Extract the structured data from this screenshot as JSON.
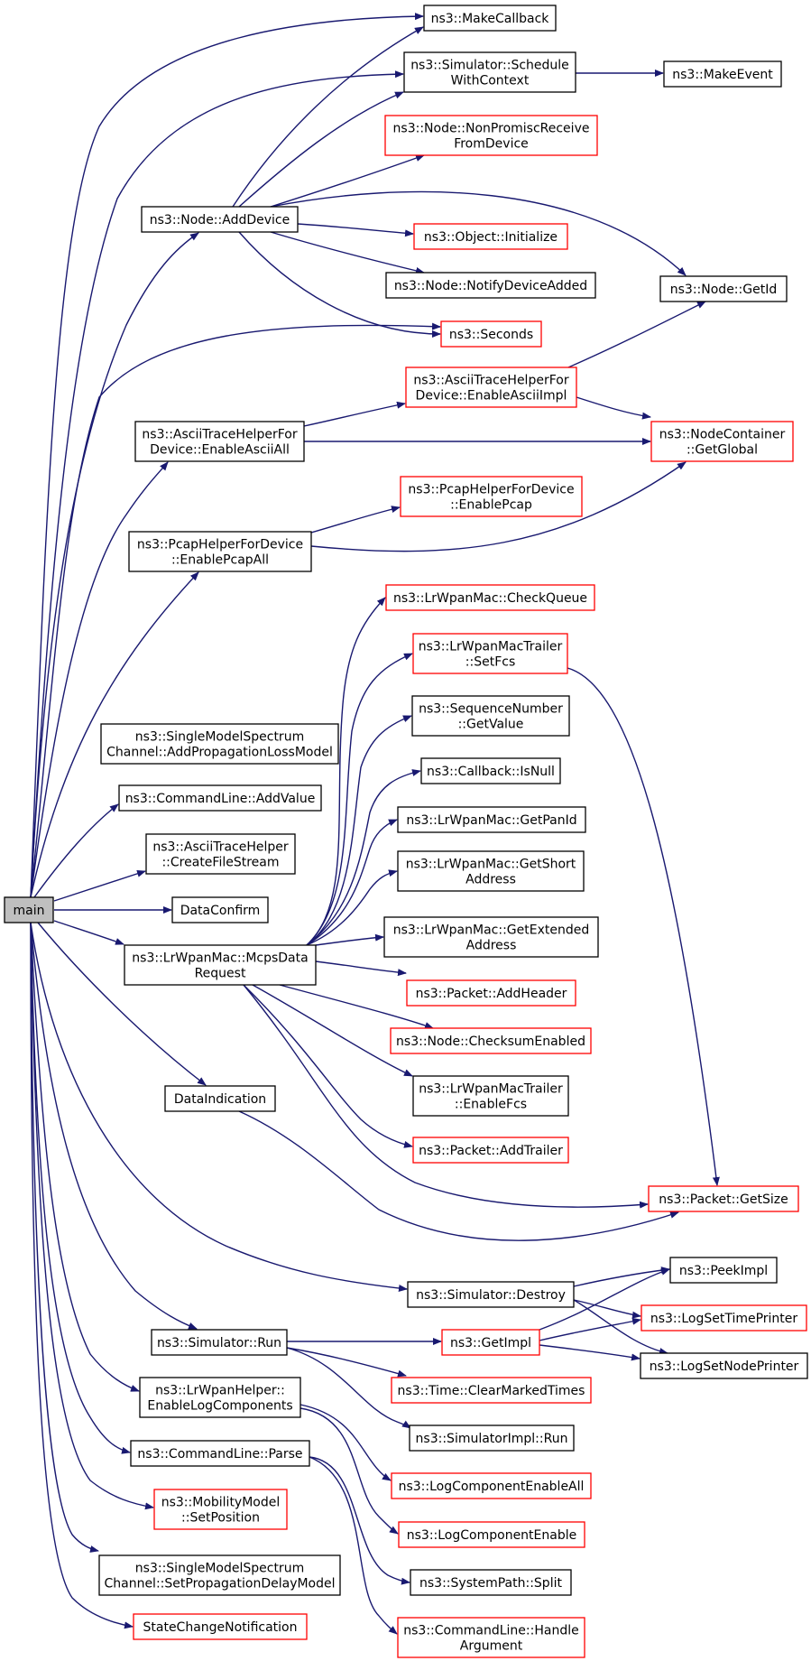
{
  "graph": {
    "colors": {
      "edge": "#191970",
      "box_border_normal": "#000000",
      "box_border_linked": "#ff0000",
      "root_fill": "#bfbfbf",
      "box_fill": "#ffffff"
    },
    "nodes": [
      {
        "id": "main",
        "lines": [
          "main"
        ],
        "border": "normal",
        "fill": "root"
      },
      {
        "id": "makecallback",
        "lines": [
          "ns3::MakeCallback"
        ],
        "border": "normal"
      },
      {
        "id": "schedule",
        "lines": [
          "ns3::Simulator::Schedule",
          "WithContext"
        ],
        "border": "normal"
      },
      {
        "id": "makeevent",
        "lines": [
          "ns3::MakeEvent"
        ],
        "border": "normal"
      },
      {
        "id": "nonpromisc",
        "lines": [
          "ns3::Node::NonPromiscReceive",
          "FromDevice"
        ],
        "border": "linked"
      },
      {
        "id": "adddevice",
        "lines": [
          "ns3::Node::AddDevice"
        ],
        "border": "normal"
      },
      {
        "id": "initialize",
        "lines": [
          "ns3::Object::Initialize"
        ],
        "border": "linked"
      },
      {
        "id": "notifydevice",
        "lines": [
          "ns3::Node::NotifyDeviceAdded"
        ],
        "border": "normal"
      },
      {
        "id": "getid",
        "lines": [
          "ns3::Node::GetId"
        ],
        "border": "normal"
      },
      {
        "id": "seconds",
        "lines": [
          "ns3::Seconds"
        ],
        "border": "linked"
      },
      {
        "id": "asciiimpl",
        "lines": [
          "ns3::AsciiTraceHelperFor",
          "Device::EnableAsciiImpl"
        ],
        "border": "linked"
      },
      {
        "id": "asciiall",
        "lines": [
          "ns3::AsciiTraceHelperFor",
          "Device::EnableAsciiAll"
        ],
        "border": "normal"
      },
      {
        "id": "getglobal",
        "lines": [
          "ns3::NodeContainer",
          "::GetGlobal"
        ],
        "border": "linked"
      },
      {
        "id": "enablepcap",
        "lines": [
          "ns3::PcapHelperForDevice",
          "::EnablePcap"
        ],
        "border": "linked"
      },
      {
        "id": "pcapall",
        "lines": [
          "ns3::PcapHelperForDevice",
          "::EnablePcapAll"
        ],
        "border": "normal"
      },
      {
        "id": "checkqueue",
        "lines": [
          "ns3::LrWpanMac::CheckQueue"
        ],
        "border": "linked"
      },
      {
        "id": "setfcs",
        "lines": [
          "ns3::LrWpanMacTrailer",
          "::SetFcs"
        ],
        "border": "linked"
      },
      {
        "id": "seqgetvalue",
        "lines": [
          "ns3::SequenceNumber",
          "::GetValue"
        ],
        "border": "normal"
      },
      {
        "id": "isnull",
        "lines": [
          "ns3::Callback::IsNull"
        ],
        "border": "normal"
      },
      {
        "id": "getpanid",
        "lines": [
          "ns3::LrWpanMac::GetPanId"
        ],
        "border": "normal"
      },
      {
        "id": "getshort",
        "lines": [
          "ns3::LrWpanMac::GetShort",
          "Address"
        ],
        "border": "normal"
      },
      {
        "id": "getextended",
        "lines": [
          "ns3::LrWpanMac::GetExtended",
          "Address"
        ],
        "border": "normal"
      },
      {
        "id": "addheader",
        "lines": [
          "ns3::Packet::AddHeader"
        ],
        "border": "linked"
      },
      {
        "id": "checksum",
        "lines": [
          "ns3::Node::ChecksumEnabled"
        ],
        "border": "linked"
      },
      {
        "id": "enablefcs",
        "lines": [
          "ns3::LrWpanMacTrailer",
          "::EnableFcs"
        ],
        "border": "normal"
      },
      {
        "id": "addtrailer",
        "lines": [
          "ns3::Packet::AddTrailer"
        ],
        "border": "linked"
      },
      {
        "id": "getsize",
        "lines": [
          "ns3::Packet::GetSize"
        ],
        "border": "linked"
      },
      {
        "id": "addprop",
        "lines": [
          "ns3::SingleModelSpectrum",
          "Channel::AddPropagationLossModel"
        ],
        "border": "normal"
      },
      {
        "id": "addvalue",
        "lines": [
          "ns3::CommandLine::AddValue"
        ],
        "border": "normal"
      },
      {
        "id": "createfile",
        "lines": [
          "ns3::AsciiTraceHelper",
          "::CreateFileStream"
        ],
        "border": "normal"
      },
      {
        "id": "dataconfirm",
        "lines": [
          "DataConfirm"
        ],
        "border": "normal"
      },
      {
        "id": "mcps",
        "lines": [
          "ns3::LrWpanMac::McpsData",
          "Request"
        ],
        "border": "normal"
      },
      {
        "id": "dataind",
        "lines": [
          "DataIndication"
        ],
        "border": "normal"
      },
      {
        "id": "destroy",
        "lines": [
          "ns3::Simulator::Destroy"
        ],
        "border": "normal"
      },
      {
        "id": "peekimpl",
        "lines": [
          "ns3::PeekImpl"
        ],
        "border": "normal"
      },
      {
        "id": "logtime",
        "lines": [
          "ns3::LogSetTimePrinter"
        ],
        "border": "linked"
      },
      {
        "id": "lognode",
        "lines": [
          "ns3::LogSetNodePrinter"
        ],
        "border": "normal"
      },
      {
        "id": "run",
        "lines": [
          "ns3::Simulator::Run"
        ],
        "border": "normal"
      },
      {
        "id": "getimpl",
        "lines": [
          "ns3::GetImpl"
        ],
        "border": "linked"
      },
      {
        "id": "clearmarked",
        "lines": [
          "ns3::Time::ClearMarkedTimes"
        ],
        "border": "linked"
      },
      {
        "id": "simimplrun",
        "lines": [
          "ns3::SimulatorImpl::Run"
        ],
        "border": "normal"
      },
      {
        "id": "lrhelper",
        "lines": [
          "ns3::LrWpanHelper::",
          "EnableLogComponents"
        ],
        "border": "normal"
      },
      {
        "id": "logenableall",
        "lines": [
          "ns3::LogComponentEnableAll"
        ],
        "border": "linked"
      },
      {
        "id": "logenable",
        "lines": [
          "ns3::LogComponentEnable"
        ],
        "border": "linked"
      },
      {
        "id": "parse",
        "lines": [
          "ns3::CommandLine::Parse"
        ],
        "border": "normal"
      },
      {
        "id": "split",
        "lines": [
          "ns3::SystemPath::Split"
        ],
        "border": "normal"
      },
      {
        "id": "setpos",
        "lines": [
          "ns3::MobilityModel",
          "::SetPosition"
        ],
        "border": "linked"
      },
      {
        "id": "handlearg",
        "lines": [
          "ns3::CommandLine::Handle",
          "Argument"
        ],
        "border": "linked"
      },
      {
        "id": "setdelay",
        "lines": [
          "ns3::SingleModelSpectrum",
          "Channel::SetPropagationDelayModel"
        ],
        "border": "normal"
      },
      {
        "id": "statechange",
        "lines": [
          "StateChangeNotification"
        ],
        "border": "linked"
      }
    ],
    "edges": [
      {
        "from": "main",
        "to": "makecallback"
      },
      {
        "from": "main",
        "to": "schedule"
      },
      {
        "from": "main",
        "to": "adddevice"
      },
      {
        "from": "main",
        "to": "seconds"
      },
      {
        "from": "main",
        "to": "asciiall"
      },
      {
        "from": "main",
        "to": "pcapall"
      },
      {
        "from": "main",
        "to": "addvalue"
      },
      {
        "from": "main",
        "to": "createfile"
      },
      {
        "from": "main",
        "to": "dataconfirm"
      },
      {
        "from": "main",
        "to": "mcps"
      },
      {
        "from": "main",
        "to": "dataind"
      },
      {
        "from": "main",
        "to": "destroy"
      },
      {
        "from": "main",
        "to": "run"
      },
      {
        "from": "main",
        "to": "lrhelper"
      },
      {
        "from": "main",
        "to": "parse"
      },
      {
        "from": "main",
        "to": "setpos"
      },
      {
        "from": "main",
        "to": "setdelay"
      },
      {
        "from": "main",
        "to": "statechange"
      },
      {
        "from": "schedule",
        "to": "makeevent"
      },
      {
        "from": "adddevice",
        "to": "makecallback"
      },
      {
        "from": "adddevice",
        "to": "schedule"
      },
      {
        "from": "adddevice",
        "to": "nonpromisc"
      },
      {
        "from": "adddevice",
        "to": "initialize"
      },
      {
        "from": "adddevice",
        "to": "notifydevice"
      },
      {
        "from": "adddevice",
        "to": "getid"
      },
      {
        "from": "adddevice",
        "to": "seconds"
      },
      {
        "from": "asciiimpl",
        "to": "getid"
      },
      {
        "from": "asciiimpl",
        "to": "getglobal"
      },
      {
        "from": "asciiall",
        "to": "asciiimpl"
      },
      {
        "from": "asciiall",
        "to": "getglobal"
      },
      {
        "from": "pcapall",
        "to": "enablepcap"
      },
      {
        "from": "pcapall",
        "to": "getglobal"
      },
      {
        "from": "mcps",
        "to": "checkqueue"
      },
      {
        "from": "mcps",
        "to": "setfcs"
      },
      {
        "from": "mcps",
        "to": "seqgetvalue"
      },
      {
        "from": "mcps",
        "to": "isnull"
      },
      {
        "from": "mcps",
        "to": "getpanid"
      },
      {
        "from": "mcps",
        "to": "getshort"
      },
      {
        "from": "mcps",
        "to": "getextended"
      },
      {
        "from": "mcps",
        "to": "addheader"
      },
      {
        "from": "mcps",
        "to": "checksum"
      },
      {
        "from": "mcps",
        "to": "enablefcs"
      },
      {
        "from": "mcps",
        "to": "addtrailer"
      },
      {
        "from": "mcps",
        "to": "getsize"
      },
      {
        "from": "setfcs",
        "to": "getsize"
      },
      {
        "from": "dataind",
        "to": "getsize"
      },
      {
        "from": "destroy",
        "to": "peekimpl"
      },
      {
        "from": "destroy",
        "to": "logtime"
      },
      {
        "from": "destroy",
        "to": "lognode"
      },
      {
        "from": "getimpl",
        "to": "peekimpl"
      },
      {
        "from": "getimpl",
        "to": "logtime"
      },
      {
        "from": "getimpl",
        "to": "lognode"
      },
      {
        "from": "run",
        "to": "getimpl"
      },
      {
        "from": "run",
        "to": "clearmarked"
      },
      {
        "from": "run",
        "to": "simimplrun"
      },
      {
        "from": "lrhelper",
        "to": "logenableall"
      },
      {
        "from": "lrhelper",
        "to": "logenable"
      },
      {
        "from": "parse",
        "to": "split"
      },
      {
        "from": "parse",
        "to": "handlearg"
      }
    ]
  }
}
